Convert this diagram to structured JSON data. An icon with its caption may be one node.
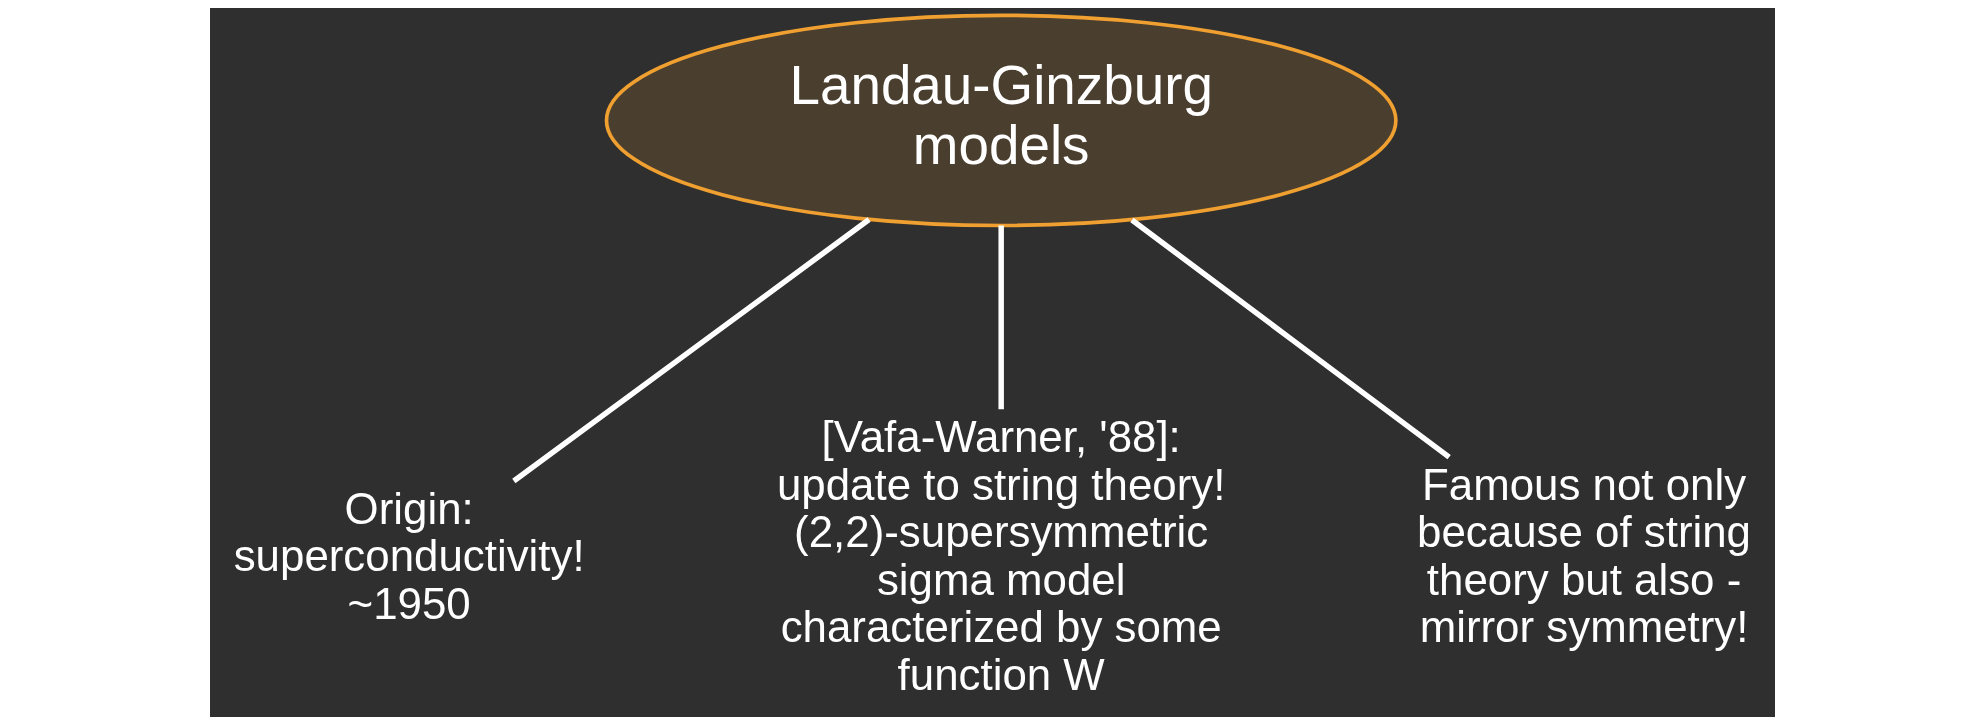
{
  "diagram": {
    "nodes": [
      {
        "text": [
          "Landau-Ginzburg models"
        ]
      },
      {
        "text": [
          "Origin: superconductivity! ~1950"
        ]
      },
      {
        "text": [
          "[Vafa-Warner, '88]: update to string theory! (2,2)-supersymmetric sigma model characterized by some function W"
        ]
      },
      {
        "text": [
          "Famous not only because of string theory but also - mirror symmetry!"
        ]
      }
    ],
    "edges": [
      {
        "from": 0,
        "to": 1,
        "arrow": "none"
      },
      {
        "from": 0,
        "to": 2,
        "arrow": "none"
      },
      {
        "from": 0,
        "to": 3,
        "arrow": "none"
      }
    ]
  }
}
